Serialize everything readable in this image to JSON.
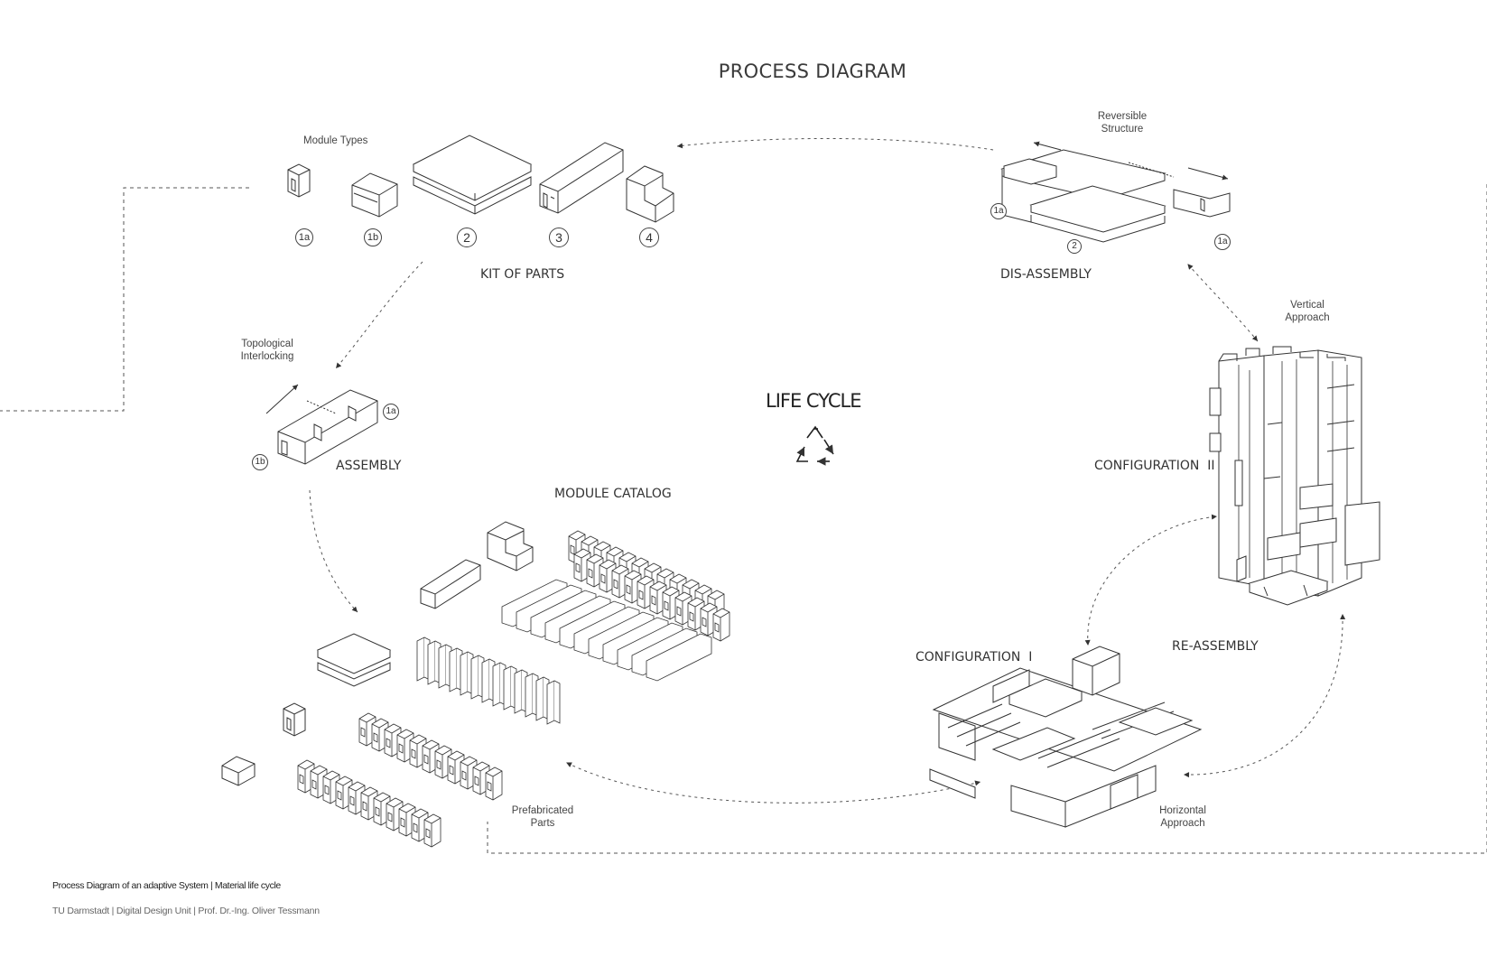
{
  "title": "PROCESS DIAGRAM",
  "center": {
    "label": "LIFE CYCLE",
    "icon": "recycle-icon"
  },
  "stages": {
    "kit_of_parts": "KIT OF PARTS",
    "dis_assembly": "DIS-ASSEMBLY",
    "assembly": "ASSEMBLY",
    "module_catalog": "MODULE CATALOG",
    "configuration_1": "CONFIGURATION  I",
    "configuration_2": "CONFIGURATION  II",
    "re_assembly": "RE-ASSEMBLY"
  },
  "notes": {
    "module_types": "Module Types",
    "reversible_1": "Reversible",
    "reversible_2": "Structure",
    "topological_1": "Topological",
    "topological_2": "Interlocking",
    "vertical_1": "Vertical",
    "vertical_2": "Approach",
    "horizontal_1": "Horizontal",
    "horizontal_2": "Approach",
    "prefab_1": "Prefabricated",
    "prefab_2": "Parts"
  },
  "module_ids": [
    "1a",
    "1b",
    "2",
    "3",
    "4"
  ],
  "disassembly_ids": {
    "left": "1a",
    "center": "2",
    "right": "1a"
  },
  "assembly_ids": {
    "a": "1a",
    "b": "1b"
  },
  "footer": {
    "line1": "Process Diagram of an adaptive System | Material  life cycle",
    "line2": "TU Darmstadt  | Digital Design Unit | Prof. Dr.-Ing. Oliver Tessmann"
  },
  "colors": {
    "line": "#333333",
    "dash": "#555555",
    "fill": "#ffffff"
  }
}
